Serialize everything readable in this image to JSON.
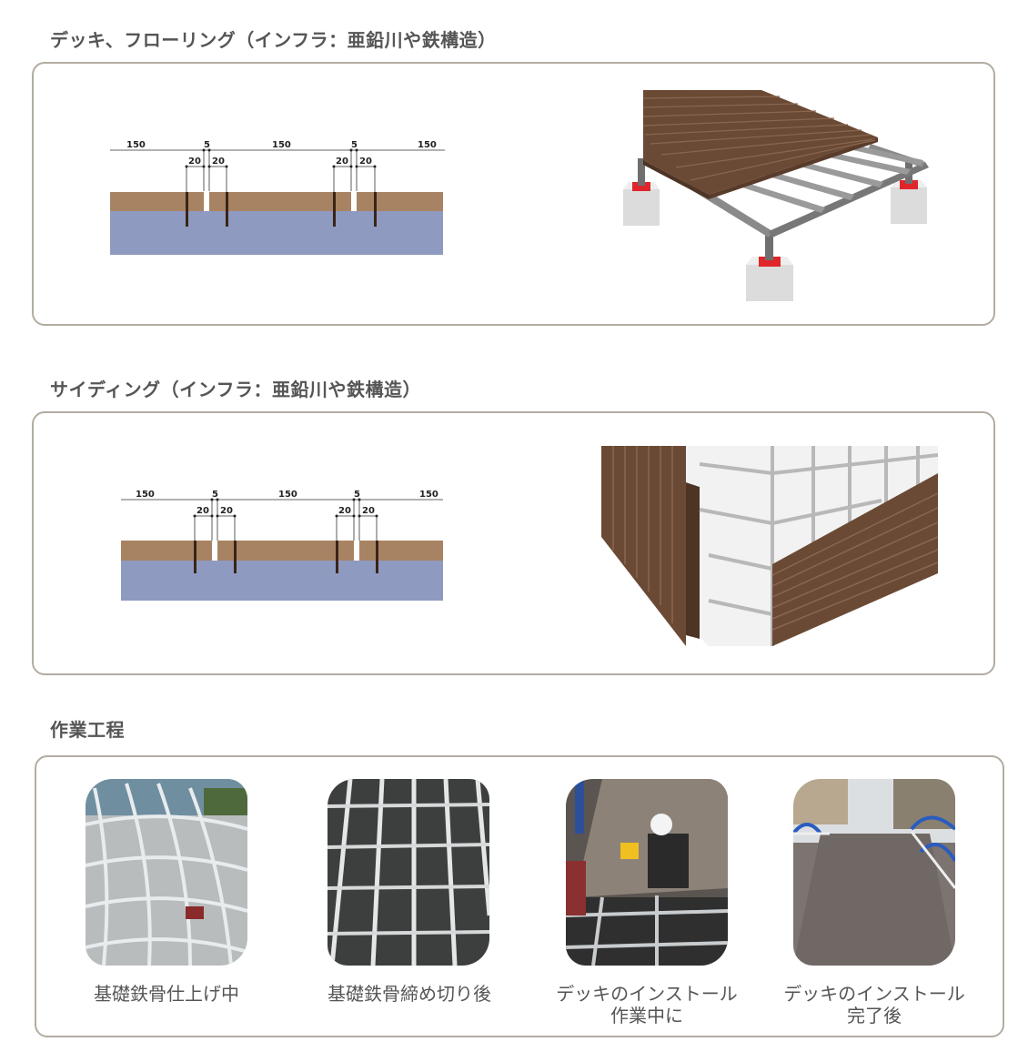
{
  "sections": {
    "deck_title": "デッキ、フローリング（インフラ：亜鉛川や鉄構造）",
    "siding_title": "サイディング（インフラ：亜鉛川や鉄構造）",
    "process_title": "作業工程"
  },
  "deck_diagram": {
    "dim_board_1": "150",
    "dim_gap_1": "5",
    "dim_board_2": "150",
    "dim_gap_2": "5",
    "dim_board_3": "150",
    "dim_screw_1a": "20",
    "dim_screw_1b": "20",
    "dim_screw_2a": "20",
    "dim_screw_2b": "20"
  },
  "siding_diagram": {
    "dim_board_1": "150",
    "dim_gap_1": "5",
    "dim_board_2": "150",
    "dim_gap_2": "5",
    "dim_board_3": "150",
    "dim_screw_1a": "20",
    "dim_screw_1b": "20",
    "dim_screw_2a": "20",
    "dim_screw_2b": "20"
  },
  "process_steps": [
    {
      "caption_line1": "基礎鉄骨仕上げ中",
      "caption_line2": ""
    },
    {
      "caption_line1": "基礎鉄骨締め切り後",
      "caption_line2": ""
    },
    {
      "caption_line1": "デッキのインストール",
      "caption_line2": "作業中に"
    },
    {
      "caption_line1": "デッキのインストール",
      "caption_line2": "完了後"
    }
  ],
  "colors": {
    "wood": "#6b4a35",
    "wood_light": "#a88363",
    "base_blue": "#8f9ac0",
    "steel": "#7a7a7a",
    "red_pad": "#e0262b",
    "border": "#b3aca2"
  }
}
